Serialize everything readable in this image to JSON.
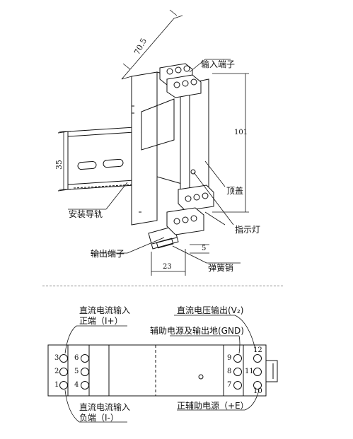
{
  "top_view": {
    "dimensions": {
      "depth": "70.5",
      "height": "101",
      "rail_height": "35",
      "width": "23",
      "offset": "5"
    },
    "labels": {
      "input_terminal": "输入端子",
      "rail": "安装导轨",
      "top_cover": "顶盖",
      "indicator": "指示灯",
      "output_terminal": "输出端子",
      "spring_pin": "弹簧销"
    }
  },
  "bottom_view": {
    "labels": {
      "dc_current_input": "直流电流输入",
      "positive_end": "正端（I+）",
      "dc_voltage_output": "直流电压输出(V₂)",
      "aux_power_gnd": "辅助电源及输出地(GND)",
      "dc_current_input_2": "直流电流输入",
      "negative_end": "负端（I-）",
      "positive_aux_power": "正辅助电源（+E）"
    },
    "terminals_left": [
      "3",
      "2",
      "1"
    ],
    "terminals_left_inner": [
      "6",
      "5",
      "4"
    ],
    "terminals_right_inner": [
      "9",
      "8",
      "7"
    ],
    "terminals_right": [
      "12",
      "11",
      "10"
    ]
  }
}
